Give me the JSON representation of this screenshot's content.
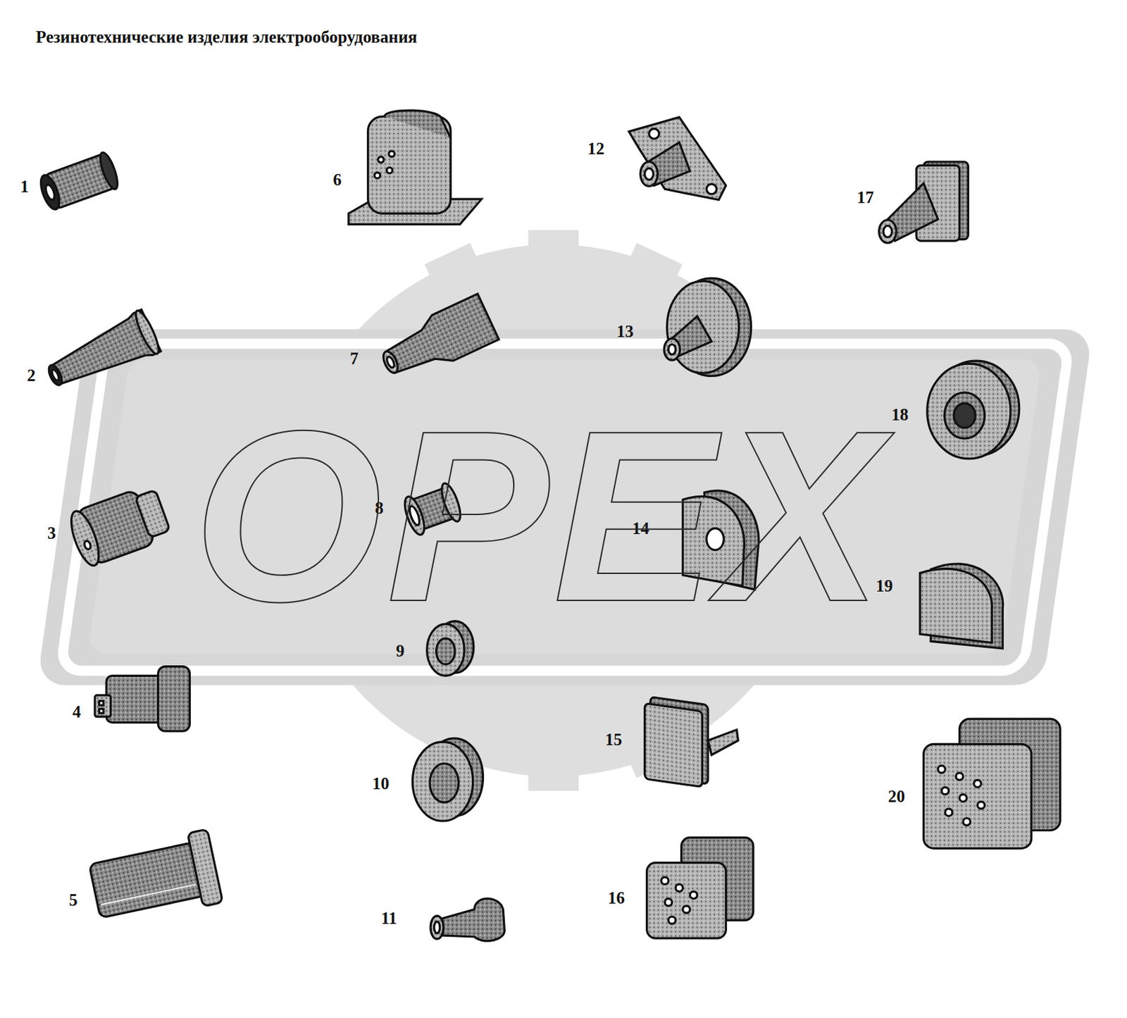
{
  "diagram": {
    "title": "Резинотехнические изделия электрооборудования",
    "labels": [
      "1",
      "2",
      "3",
      "4",
      "5",
      "6",
      "7",
      "8",
      "9",
      "10",
      "11",
      "12",
      "13",
      "14",
      "15",
      "16",
      "17",
      "18",
      "19",
      "20",
      "OPEX"
    ]
  }
}
